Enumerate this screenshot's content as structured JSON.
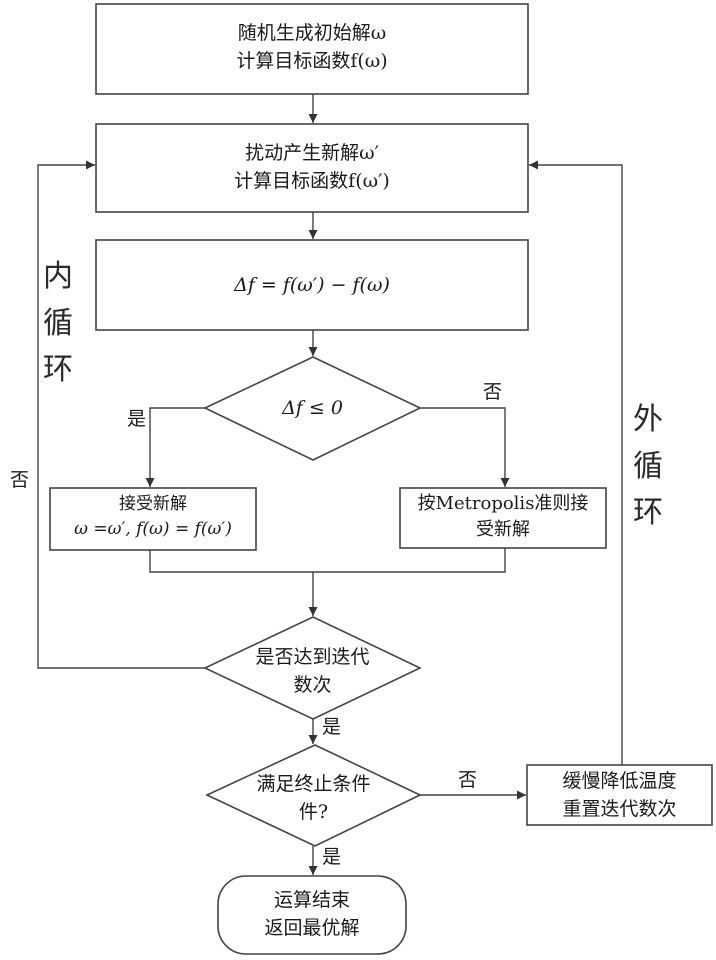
{
  "boxes": {
    "init": {
      "line1": "随机生成初始解ω",
      "line2": "计算目标函数f(ω)"
    },
    "perturb": {
      "line1": "扰动产生新解ω′",
      "line2": "计算目标函数f(ω′)"
    },
    "delta": {
      "line1": "Δf = f(ω′) − f(ω)"
    },
    "accept": {
      "line1": "接受新解",
      "line2": "ω =ω′, f(ω) = f(ω′)"
    },
    "metropolis": {
      "line1": "按Metropolis准则接",
      "line2": "受新解"
    },
    "cool": {
      "line1": "缓慢降低温度",
      "line2": "重置迭代数次"
    },
    "end": {
      "line1": "运算结束",
      "line2": "返回最优解"
    }
  },
  "decisions": {
    "delta_check": {
      "line1": "Δf ≤ 0"
    },
    "iter_check": {
      "line1": "是否达到迭代",
      "line2": "数次"
    },
    "stop_check": {
      "line1": "满足终止条件",
      "line2": "件?"
    }
  },
  "labels": {
    "yes_accept": "是",
    "no_metropolis": "否",
    "no_inner": "否",
    "yes_iter": "是",
    "no_stop": "否",
    "yes_stop": "是"
  },
  "loops": {
    "inner": [
      "内",
      "循",
      "环"
    ],
    "outer": [
      "外",
      "循",
      "环"
    ]
  }
}
